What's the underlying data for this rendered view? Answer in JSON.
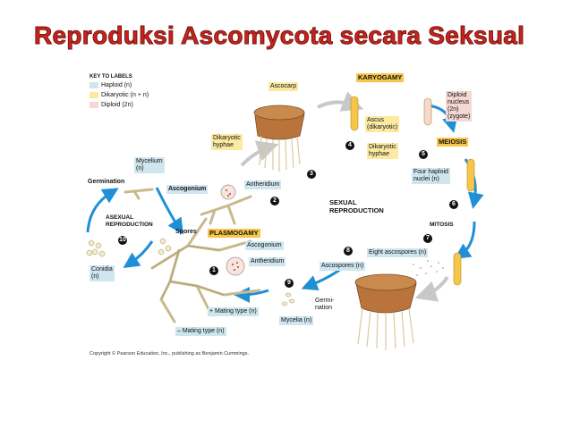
{
  "title": "Reproduksi Ascomycota secara Seksual",
  "key": {
    "heading": "Key to labels",
    "items": [
      {
        "label": "Haploid (n)",
        "color": "#cfe6ef"
      },
      {
        "label": "Dikaryotic (n + n)",
        "color": "#fbeaa0"
      },
      {
        "label": "Diploid (2n)",
        "color": "#f6d8d3"
      }
    ]
  },
  "labels": {
    "ascocarp": "Ascocarp",
    "karyogamy": "Karyogamy",
    "diploid_nucleus_1": "Diploid",
    "diploid_nucleus_2": "nucleus",
    "diploid_nucleus_3": "(2n)",
    "diploid_nucleus_4": "(zygote)",
    "ascus_1": "Ascus",
    "ascus_2": "(dikaryotic)",
    "dikaryotic_hyphae_r1": "Dikaryotic",
    "dikaryotic_hyphae_r2": "hyphae",
    "dikaryotic_hyphae_l1": "Dikaryotic",
    "dikaryotic_hyphae_l2": "hyphae",
    "meiosis": "Meiosis",
    "four_haploid_1": "Four haploid",
    "four_haploid_2": "nuclei (n)",
    "mycelium_1": "Mycelium",
    "mycelium_2": "(n)",
    "germination": "Germination",
    "ascogonium_1": "Ascogonium",
    "antheridium_1": "Antheridium",
    "sexual_1": "Sexual",
    "sexual_2": "reproduction",
    "mitosis": "Mitosis",
    "asexual_1": "Asexual",
    "asexual_2": "reproduction",
    "spores": "Spores",
    "plasmogamy": "Plasmogamy",
    "ascogonium_2": "Ascogonium",
    "antheridium_2": "Antheridium",
    "eight_ascospores": "Eight ascospores (n)",
    "ascospores": "Ascospores (n)",
    "conidia_1": "Conidia",
    "conidia_2": "(n)",
    "germ_1": "Germi-",
    "germ_2": "nation",
    "mycelia": "Mycelia (n)",
    "plus_mating": "+ Mating type (n)",
    "minus_mating": "– Mating type (n)",
    "copyright": "Copyright © Pearson Education, Inc., publishing as Benjamin Cummings."
  },
  "steps": [
    "1",
    "2",
    "3",
    "4",
    "5",
    "6",
    "7",
    "8",
    "9",
    "10"
  ],
  "colors": {
    "title": "#c8241c",
    "arrow": "#1f8fd6",
    "gray_arrow": "#c8c8c8",
    "ascocarp": "#b8743a",
    "gold": "#f5c64a"
  }
}
